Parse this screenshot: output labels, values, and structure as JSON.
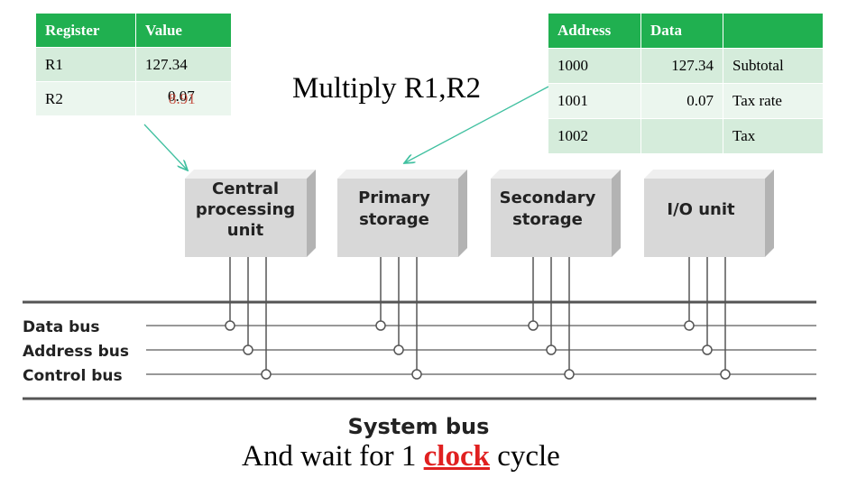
{
  "register_table": {
    "headers": [
      "Register",
      "Value"
    ],
    "rows": [
      {
        "name": "R1",
        "value": "127.34"
      },
      {
        "name": "R2",
        "value_a": "0.07",
        "value_b": "8.91"
      }
    ]
  },
  "memory_table": {
    "headers": [
      "Address",
      "Data",
      ""
    ],
    "rows": [
      {
        "address": "1000",
        "data": "127.34",
        "label": "Subtotal"
      },
      {
        "address": "1001",
        "data": "0.07",
        "label": "Tax rate"
      },
      {
        "address": "1002",
        "data": "",
        "label": "Tax"
      }
    ]
  },
  "instruction": "Multiply R1,R2",
  "components": [
    {
      "line1": "Central",
      "line2": "processing",
      "line3": "unit"
    },
    {
      "line1": "Primary",
      "line2": "storage"
    },
    {
      "line1": "Secondary",
      "line2": "storage"
    },
    {
      "line1": "I/O unit"
    }
  ],
  "buses": {
    "data": "Data bus",
    "address": "Address bus",
    "control": "Control bus",
    "system": "System bus"
  },
  "caption": {
    "before": "And wait for 1 ",
    "keyword": "clock",
    "after": " cycle"
  },
  "colors": {
    "header_green": "#20b050",
    "arrow_teal": "#40c0a0",
    "box_face": "#d8d8d8",
    "keyword_red": "#e02020"
  }
}
